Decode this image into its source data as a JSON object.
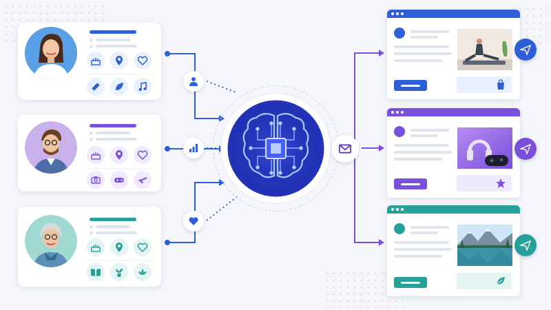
{
  "colors": {
    "background": "#f4f6fb",
    "blue": "#2f5fd8",
    "purple": "#7a4fdc",
    "teal": "#27a09a",
    "core": "#2233b8"
  },
  "profiles": [
    {
      "accent": "#2f5fd8",
      "icons": [
        "cake-icon",
        "location-pin-icon",
        "heart-icon",
        "dumbbell-icon",
        "leaf-icon",
        "music-note-icon"
      ]
    },
    {
      "accent": "#7a4fdc",
      "icons": [
        "cake-icon",
        "location-pin-icon",
        "heart-icon",
        "camera-icon",
        "gamepad-icon",
        "airplane-icon"
      ]
    },
    {
      "accent": "#27a09a",
      "icons": [
        "cake-icon",
        "location-pin-icon",
        "heart-icon",
        "book-icon",
        "plant-icon",
        "lotus-icon"
      ]
    }
  ],
  "input_nodes": [
    "user-icon",
    "bar-chart-icon",
    "heart-icon"
  ],
  "core": {
    "icon": "ai-brain-chip-icon"
  },
  "output_node": {
    "icon": "envelope-icon"
  },
  "outputs": [
    {
      "accent": "#2f5fd8",
      "image": "yoga-photo",
      "badge_icon": "shopping-bag-icon"
    },
    {
      "accent": "#7a4fdc",
      "image": "headphones-gamepad-photo",
      "badge_icon": "star-icon"
    },
    {
      "accent": "#27a09a",
      "image": "mountain-lake-photo",
      "badge_icon": "leaf-icon"
    }
  ]
}
